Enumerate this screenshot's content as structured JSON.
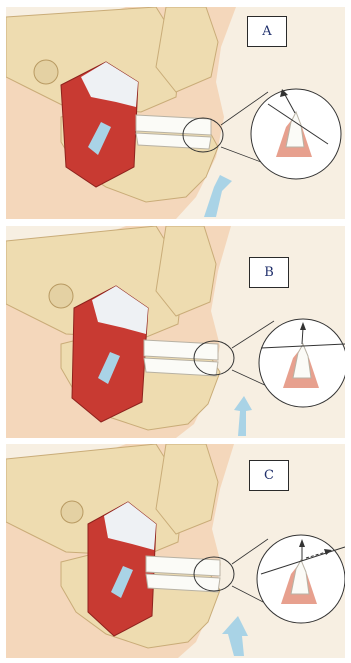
{
  "panels": [
    {
      "id": "a",
      "label": "A"
    },
    {
      "id": "b",
      "label": "B"
    },
    {
      "id": "c",
      "label": "C"
    }
  ],
  "colors": {
    "background": "#f7efe2",
    "skin": "#f2c39a",
    "bone": "#eedcb0",
    "muscle": "#c83a32",
    "tendon": "#eef1f4",
    "tooth": "#fbfbf7",
    "gum": "#e7a08e",
    "arrow": "#a9d3e6",
    "text": "#1f2f6b"
  }
}
